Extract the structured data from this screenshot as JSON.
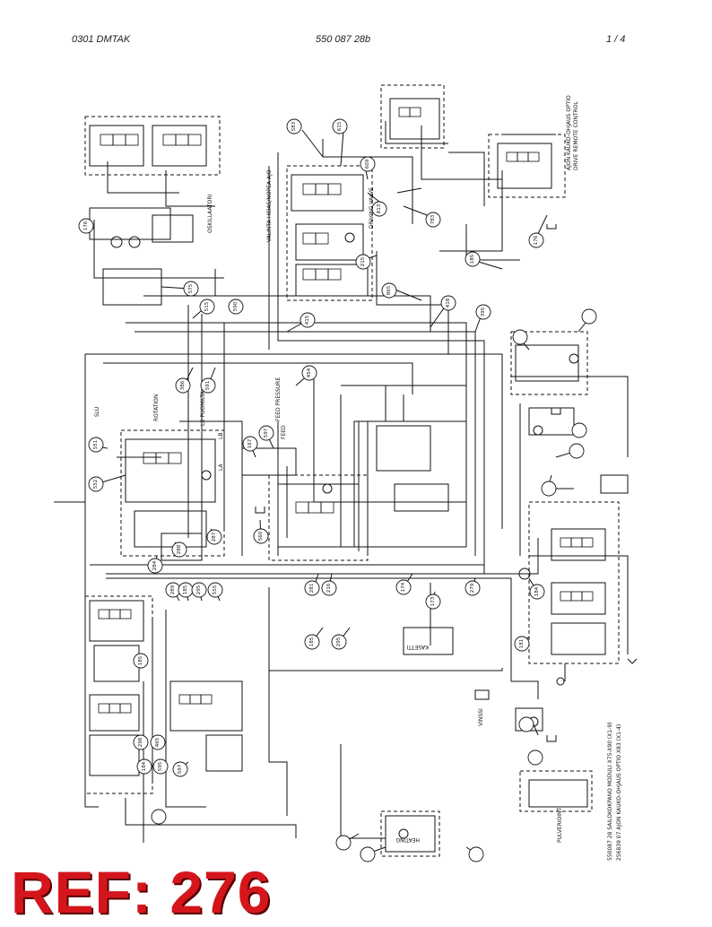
{
  "header": {
    "left": "0301 DMTAK",
    "center": "550 087 28b",
    "right": "1 /   4"
  },
  "ref_badge": "REF: 276",
  "labels": {
    "title_line1": "550087 28 SAILOKOKPANO MODULI X75-X90 (X1-9)",
    "title_line2": "256839 07 AJON KAUKO-OHJAUS OPTIO X83 (X1-4)",
    "drive_remote_fi": "AJON KAUKO-OHJAUS OPTIO",
    "drive_remote_en": "DRIVE REMOTE CONTROL",
    "driving_valve": "DRIVING VALVE",
    "valinta": "VALINTA HIDAS/NOPEA AJO",
    "rotation": "ROTATION",
    "puomilta": "LX PUOMILTA",
    "feed": "FEED",
    "feed_pressure": "FEED PRESSURE",
    "pulverointi": "PULVERIOINTI",
    "vinssi": "VINSSI",
    "kasetti": "KASETTI",
    "oskillaattori": "OSKILLAATORI",
    "heating": "HEATING",
    "slu": "SLU",
    "la": "LA",
    "lb": "LB"
  },
  "callouts": [
    "615",
    "583",
    "609",
    "813",
    "783",
    "185",
    "176",
    "865",
    "215",
    "176",
    "575",
    "515",
    "590",
    "415",
    "418",
    "395",
    "454",
    "386",
    "591",
    "551",
    "552",
    "167",
    "597",
    "560",
    "287",
    "288",
    "284",
    "281",
    "216",
    "174",
    "173",
    "279",
    "184",
    "181",
    "185",
    "295",
    "289",
    "185",
    "295",
    "555",
    "185",
    "298",
    "465",
    "184",
    "595",
    "597"
  ]
}
